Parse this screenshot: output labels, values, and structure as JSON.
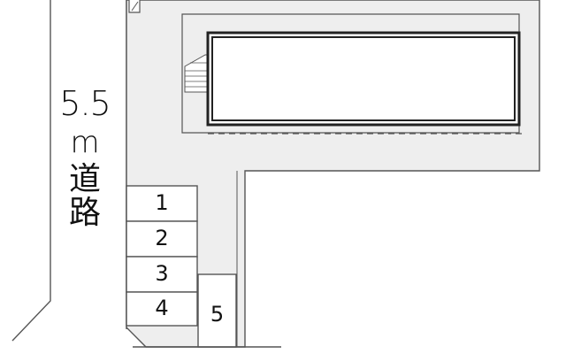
{
  "road": {
    "width": "5.5",
    "unit": "m",
    "name": "道路"
  },
  "parking": {
    "slots": [
      "1",
      "2",
      "3",
      "4",
      "5"
    ]
  },
  "colors": {
    "ground": "#eeeeee",
    "outline": "#555555",
    "building_fill": "#ffffff",
    "building_border": "#222222",
    "text": "#111111"
  }
}
